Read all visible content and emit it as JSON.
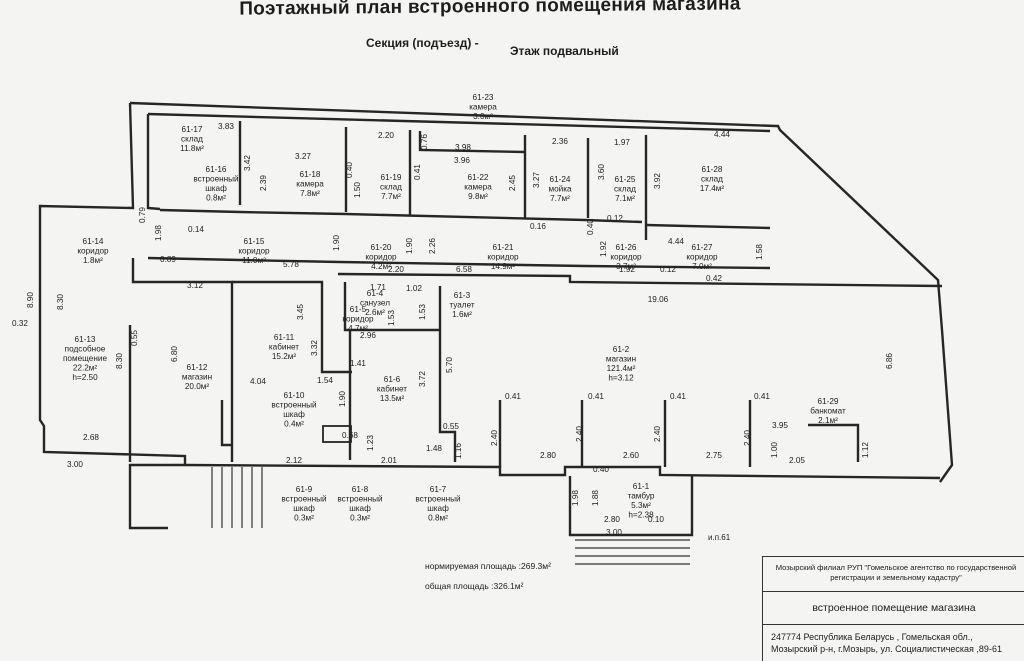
{
  "title": "Поэтажный план встроенного помещения магазина",
  "section_label": "Секция (подъезд) -",
  "floor_label": "Этаж подвальный",
  "rooms": [
    {
      "id": "61-17",
      "name": "склад",
      "area": "11.8м²"
    },
    {
      "id": "61-16",
      "name": "встроенный шкаф",
      "area": "0.8м²"
    },
    {
      "id": "61-18",
      "name": "камера",
      "area": "7.8м²"
    },
    {
      "id": "61-19",
      "name": "склад",
      "area": "7.7м²"
    },
    {
      "id": "61-23",
      "name": "камера",
      "area": "3.0м²"
    },
    {
      "id": "61-22",
      "name": "камера",
      "area": "9.8м²"
    },
    {
      "id": "61-24",
      "name": "мойка",
      "area": "7.7м²"
    },
    {
      "id": "61-25",
      "name": "склад",
      "area": "7.1м²"
    },
    {
      "id": "61-28",
      "name": "склад",
      "area": "17.4м²"
    },
    {
      "id": "61-14",
      "name": "коридор",
      "area": "1.8м²"
    },
    {
      "id": "61-15",
      "name": "коридор",
      "area": "11.0м²"
    },
    {
      "id": "61-20",
      "name": "коридор",
      "area": "4.2м²"
    },
    {
      "id": "61-21",
      "name": "коридор",
      "area": "14.9м²"
    },
    {
      "id": "61-26",
      "name": "коридор",
      "area": "3.7м²"
    },
    {
      "id": "61-27",
      "name": "коридор",
      "area": "7.0м²"
    },
    {
      "id": "61-13",
      "name": "подсобное помещение",
      "area": "22.2м²",
      "extra": "h=2.50"
    },
    {
      "id": "61-12",
      "name": "магазин",
      "area": "20.0м²"
    },
    {
      "id": "61-11",
      "name": "кабинет",
      "area": "15.2м²"
    },
    {
      "id": "61-5",
      "name": "коридор",
      "area": "4.7м²"
    },
    {
      "id": "61-4",
      "name": "санузел",
      "area": "2.6м²"
    },
    {
      "id": "61-3",
      "name": "туалет",
      "area": "1.6м²"
    },
    {
      "id": "61-6",
      "name": "кабинет",
      "area": "13.5м²"
    },
    {
      "id": "61-10",
      "name": "встроенный шкаф",
      "area": "0.4м²"
    },
    {
      "id": "61-2",
      "name": "магазин",
      "area": "121.4м²",
      "extra": "h=3.12"
    },
    {
      "id": "61-29",
      "name": "банкомат",
      "area": "2.1м²"
    },
    {
      "id": "61-9",
      "name": "встроенный шкаф",
      "area": "0.3м²"
    },
    {
      "id": "61-8",
      "name": "встроенный шкаф",
      "area": "0.3м²"
    },
    {
      "id": "61-7",
      "name": "встроенный шкаф",
      "area": "0.8м²"
    },
    {
      "id": "61-1",
      "name": "тамбур",
      "area": "5.3м²",
      "extra": "h=2.38"
    }
  ],
  "dimensions": [
    "3.83",
    "2.20",
    "0.76",
    "3.98",
    "2.36",
    "1.97",
    "4.44",
    "3.27",
    "3.42",
    "2.39",
    "0.40",
    "1.50",
    "0.41",
    "3.96",
    "2.45",
    "3.27",
    "3.60",
    "3.92",
    "0.79",
    "1.98",
    "0.14",
    "0.12",
    "0.16",
    "0.40",
    "1.92",
    "4.44",
    "1.58",
    "1.90",
    "1.90",
    "2.26",
    "5.78",
    "2.20",
    "6.58",
    "1.92",
    "0.12",
    "0.42",
    "0.89",
    "3.12",
    "1.71",
    "1.02",
    "19.06",
    "8.90",
    "8.30",
    "0.32",
    "0.55",
    "8.30",
    "6.80",
    "3.45",
    "1.53",
    "1.53",
    "3.32",
    "2.96",
    "1.41",
    "1.54",
    "5.70",
    "4.04",
    "1.90",
    "3.72",
    "6.86",
    "0.41",
    "0.41",
    "0.41",
    "0.41",
    "0.68",
    "1.23",
    "2.40",
    "2.40",
    "2.40",
    "2.40",
    "3.95",
    "1.00",
    "1.12",
    "0.55",
    "1.16",
    "2.68",
    "2.12",
    "2.01",
    "1.48",
    "2.80",
    "2.60",
    "2.75",
    "2.05",
    "3.00",
    "0.40",
    "1.98",
    "1.88",
    "2.80",
    "0.10",
    "3.00"
  ],
  "norm_area": "нормируемая площадь :269.3м²",
  "total_area": "общая площадь :326.1м²",
  "sheet_label": "и.п.61",
  "stamp": {
    "org": "Мозырский филиал РУП \"Гомельское агентство по государственной регистрации и земельному кадастру\"",
    "object": "встроенное помещение магазина",
    "address_line1": "247774 Республика Беларусь , Гомельская обл.,",
    "address_line2": "Мозырский р-н, г.Мозырь, ул. Социалистическая ,89-61"
  }
}
